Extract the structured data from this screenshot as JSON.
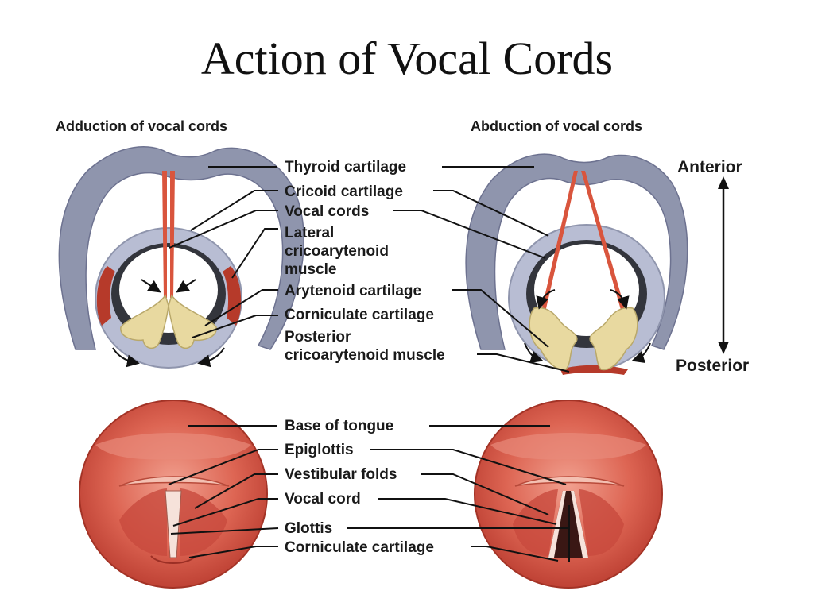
{
  "title": "Action of Vocal Cords",
  "headings": {
    "adduction": "Adduction of vocal cords",
    "abduction": "Abduction of vocal cords"
  },
  "directions": {
    "anterior": "Anterior",
    "posterior": "Posterior"
  },
  "top_labels": {
    "thyroid": "Thyroid cartilage",
    "cricoid": "Cricoid cartilage",
    "vocal_cords": "Vocal cords",
    "lateral_1": "Lateral",
    "lateral_2": "cricoarytenoid",
    "lateral_3": "muscle",
    "arytenoid": "Arytenoid cartilage",
    "corniculate": "Corniculate cartilage",
    "posterior_1": "Posterior",
    "posterior_2": "cricoarytenoid muscle"
  },
  "bottom_labels": {
    "tongue": "Base of tongue",
    "epiglottis": "Epiglottis",
    "vestibular": "Vestibular folds",
    "vocal_cord": "Vocal cord",
    "glottis": "Glottis",
    "corniculate": "Corniculate cartilage"
  },
  "colors": {
    "thyroid": "#8f95ad",
    "cricoid": "#b8bdd3",
    "vocal_cord": "#d9553d",
    "muscle": "#b63a2a",
    "cartilage": "#e8d9a0",
    "mucosa": "#d9574a"
  }
}
